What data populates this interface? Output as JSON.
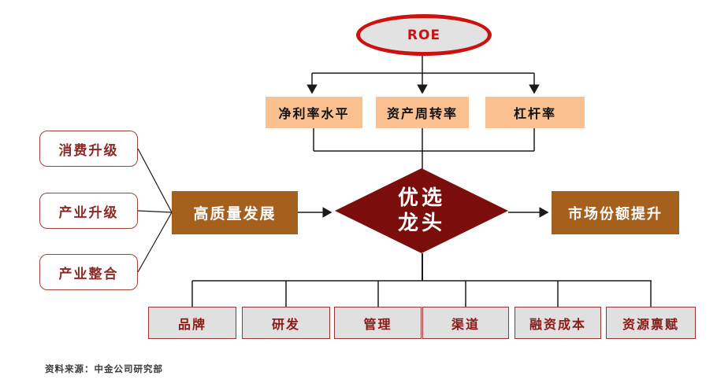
{
  "diagram": {
    "root": {
      "label": "ROE"
    },
    "roe_components": [
      {
        "label": "净利率水平"
      },
      {
        "label": "资产周转率"
      },
      {
        "label": "杠杆率"
      }
    ],
    "drivers": [
      {
        "label": "消费升级"
      },
      {
        "label": "产业升级"
      },
      {
        "label": "产业整合"
      }
    ],
    "process": {
      "label": "高质量发展"
    },
    "decision": {
      "label": "优选龙头",
      "line1": "优选",
      "line2": "龙头"
    },
    "outcome": {
      "label": "市场份额提升"
    },
    "factors": [
      {
        "label": "品牌"
      },
      {
        "label": "研发"
      },
      {
        "label": "管理"
      },
      {
        "label": "渠道"
      },
      {
        "label": "融资成本"
      },
      {
        "label": "资源禀赋"
      }
    ],
    "source_note": "资料来源：中金公司研究部"
  },
  "colors": {
    "ellipse_border_red": "#cc1111",
    "ellipse_fill_gray": "#e2e2e2",
    "component_box_orange": "#fac090",
    "decision_dark_red": "#7b0e0c",
    "process_brown": "#a5601e",
    "factor_fill_gray": "#e0e0e0",
    "factor_border_red": "#963634",
    "driver_text_red": "#8b2a26",
    "connector_black": "#1a1a1a"
  }
}
